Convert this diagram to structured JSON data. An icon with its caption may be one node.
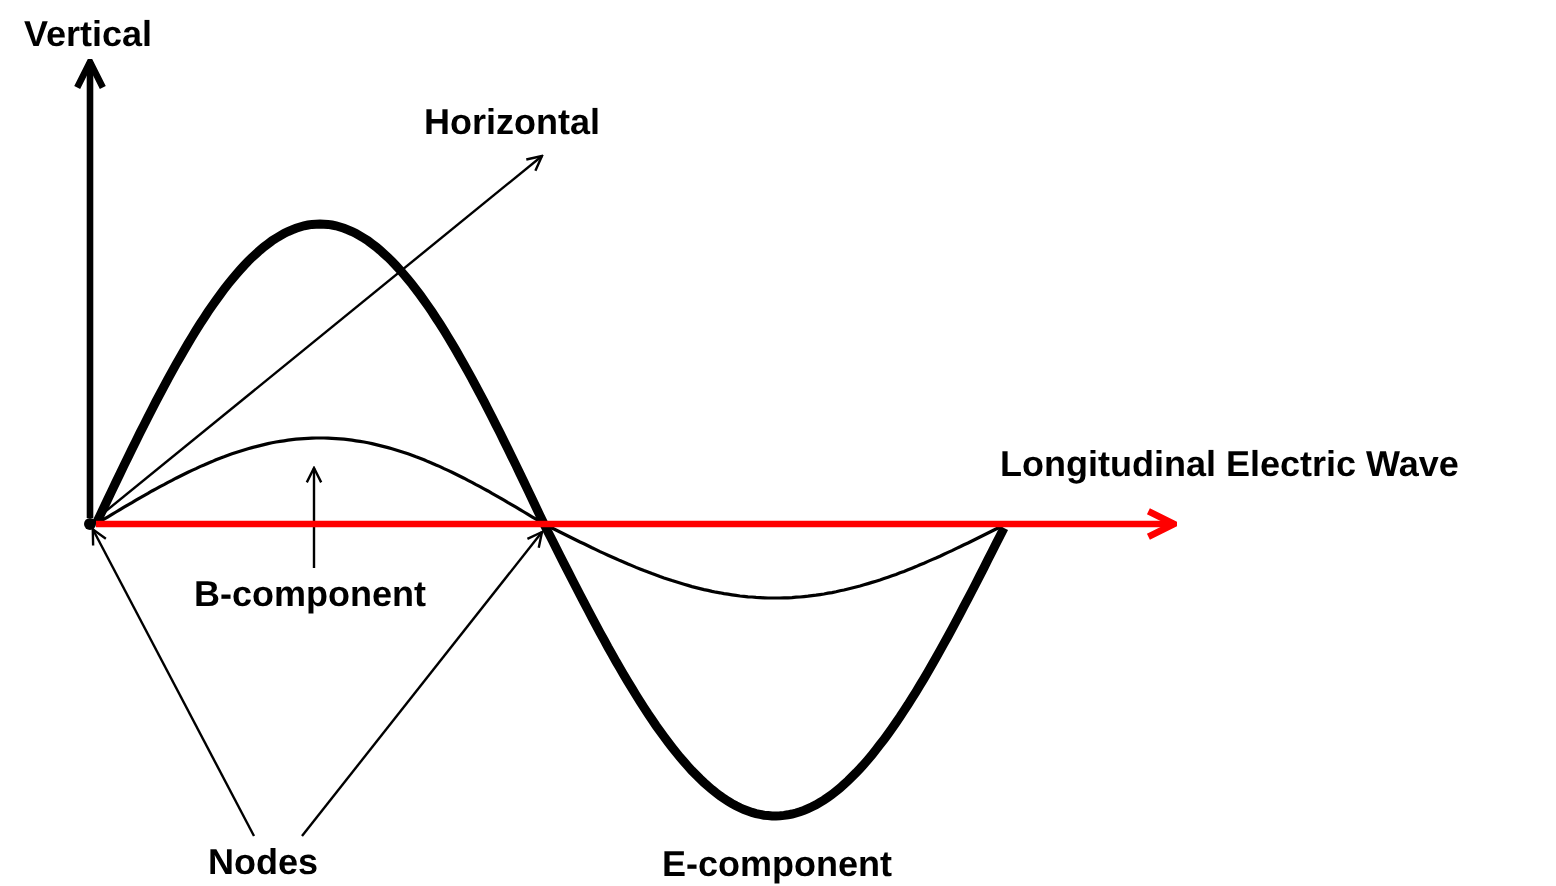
{
  "diagram": {
    "nodes": [
      {
        "text": [
          "Vertical"
        ]
      },
      {
        "text": [
          "Horizontal"
        ]
      },
      {
        "text": [
          "Longitudinal Electric Wave"
        ]
      },
      {
        "text": [
          "B-component"
        ]
      },
      {
        "text": [
          "Nodes"
        ]
      },
      {
        "text": [
          "E-component"
        ]
      },
      {
        "text": [],
        "shape": "point"
      }
    ],
    "edges": [
      {
        "from": 4,
        "to": 6,
        "arrow": "to"
      },
      {
        "from": 4,
        "to": null,
        "arrow": "to"
      },
      {
        "from": 3,
        "to": null,
        "arrow": "to"
      },
      {
        "from": 6,
        "to": 0,
        "arrow": "to",
        "style": "thick"
      },
      {
        "from": 6,
        "to": 1,
        "arrow": "to"
      },
      {
        "from": 6,
        "to": 2,
        "arrow": "to",
        "style": "thick",
        "color": "#ff0000"
      }
    ]
  }
}
